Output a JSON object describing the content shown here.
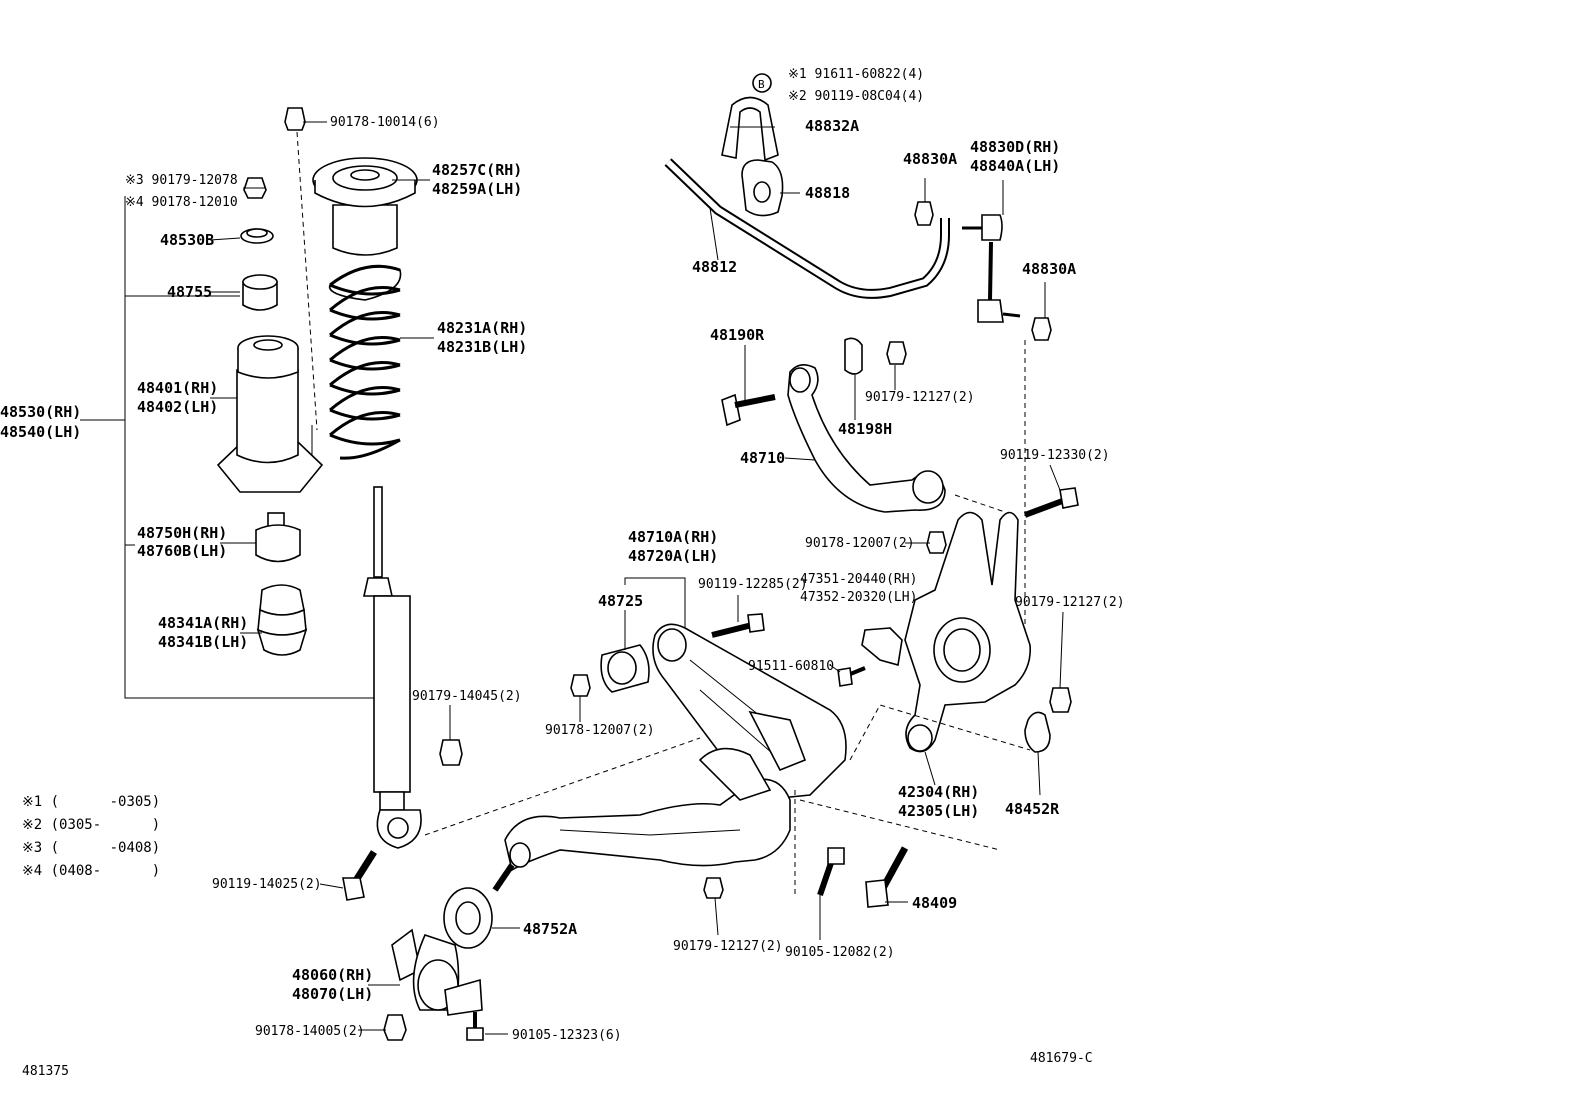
{
  "labels": {
    "p90178_10014": "90178-10014(6)",
    "p90179_12078": "※3 90179-12078",
    "p90178_12010": "※4 90178-12010",
    "p48530B": "48530B",
    "p48755": "48755",
    "p48257C": "48257C(RH)",
    "p48259A": "48259A(LH)",
    "p48231A": "48231A(RH)",
    "p48231B": "48231B(LH)",
    "p48401": "48401(RH)",
    "p48402": "48402(LH)",
    "p48530_rh": "48530(RH)",
    "p48540_lh": "48540(LH)",
    "p48750H": "48750H(RH)",
    "p48760B": "48760B(LH)",
    "p48341A": "48341A(RH)",
    "p48341B": "48341B(LH)",
    "p90179_14045": "90179-14045(2)",
    "p90119_14025": "90119-14025(2)",
    "p48752A": "48752A",
    "p48060": "48060(RH)",
    "p48070": "48070(LH)",
    "p90178_14005": "90178-14005(2)",
    "p90105_12323": "90105-12323(6)",
    "p91611_60822": "※1 91611-60822(4)",
    "p90119_08C04": "※2 90119-08C04(4)",
    "p48832A": "48832A",
    "p48818": "48818",
    "p48812": "48812",
    "p48830A_top": "48830A",
    "p48830D": "48830D(RH)",
    "p48840A": "48840A(LH)",
    "p48830A_right": "48830A",
    "p48190R": "48190R",
    "p90179_12127_top": "90179-12127(2)",
    "p48198H": "48198H",
    "p48710": "48710",
    "p90119_12330": "90119-12330(2)",
    "p90178_12007_mid": "90178-12007(2)",
    "p48710A": "48710A(RH)",
    "p48720A": "48720A(LH)",
    "p90119_12285": "90119-12285(2)",
    "p47351": "47351-20440(RH)",
    "p47352": "47352-20320(LH)",
    "p48725": "48725",
    "p90179_12127_right": "90179-12127(2)",
    "p91511_60810": "91511-60810",
    "p90178_12007_low": "90178-12007(2)",
    "p42304": "42304(RH)",
    "p42305": "42305(LH)",
    "p48452R": "48452R",
    "p48409": "48409",
    "p90179_12127_bottom": "90179-12127(2)",
    "p90105_12082": "90105-12082(2)",
    "circle_B": "B"
  },
  "notes": [
    "※1 (      -0305)",
    "※2 (0305-      )",
    "※3 (      -0408)",
    "※4 (0408-      )"
  ],
  "corner_codes": {
    "left": "481375",
    "right": "481679-C"
  }
}
